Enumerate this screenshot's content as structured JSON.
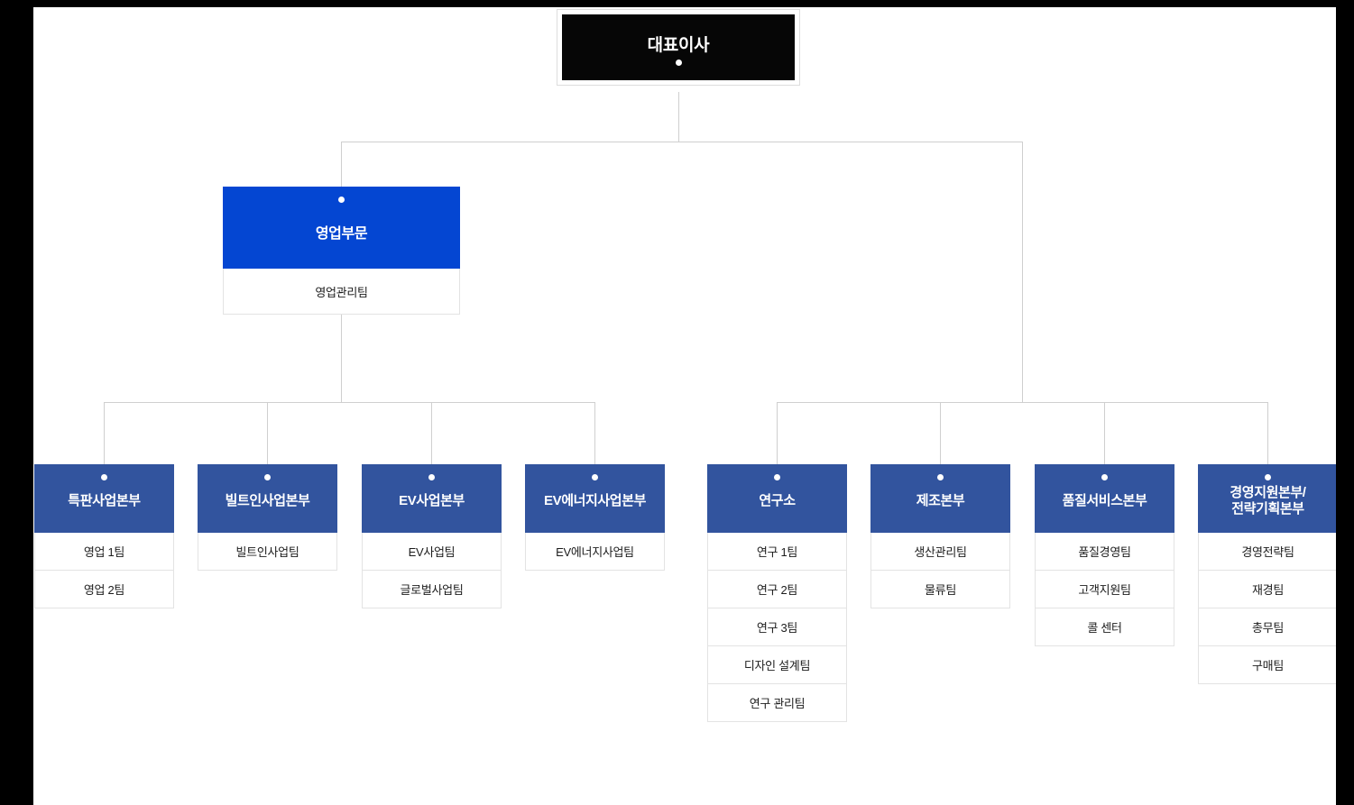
{
  "meta": {
    "title": "조직도",
    "colors": {
      "root_bg": "#060606",
      "division_header": "#0446d2",
      "department_header": "#32549e",
      "connector_line": "#cfcfcf",
      "card_border": "#e3e3e3",
      "text_light": "#ffffff",
      "text_dark": "#1c1c1c",
      "frame": "#000000",
      "canvas": "#ffffff"
    }
  },
  "root": {
    "label": "대표이사",
    "marker": "node-dot"
  },
  "division": {
    "label": "영업부문",
    "marker": "node-dot",
    "teams": [
      "영업관리팀"
    ]
  },
  "departments": [
    {
      "id": "special-sales",
      "label": "특판사업본부",
      "label_lines": [
        "특판사업본부"
      ],
      "group": "left",
      "marker": "node-dot",
      "teams": [
        "영업 1팀",
        "영업 2팀"
      ]
    },
    {
      "id": "builtin",
      "label": "빌트인사업본부",
      "label_lines": [
        "빌트인사업본부"
      ],
      "group": "left",
      "marker": "node-dot",
      "teams": [
        "빌트인사업팀"
      ]
    },
    {
      "id": "ev",
      "label": "EV사업본부",
      "label_lines": [
        "EV사업본부"
      ],
      "group": "left",
      "marker": "node-dot",
      "teams": [
        "EV사업팀",
        "글로벌사업팀"
      ]
    },
    {
      "id": "ev-energy",
      "label": "EV에너지사업본부",
      "label_lines": [
        "EV에너지사업본부"
      ],
      "group": "left",
      "marker": "node-dot",
      "teams": [
        "EV에너지사업팀"
      ]
    },
    {
      "id": "research",
      "label": "연구소",
      "label_lines": [
        "연구소"
      ],
      "group": "right",
      "marker": "node-dot",
      "teams": [
        "연구 1팀",
        "연구 2팀",
        "연구 3팀",
        "디자인 설계팀",
        "연구 관리팀"
      ]
    },
    {
      "id": "manufacturing",
      "label": "제조본부",
      "label_lines": [
        "제조본부"
      ],
      "group": "right",
      "marker": "node-dot",
      "teams": [
        "생산관리팀",
        "물류팀"
      ]
    },
    {
      "id": "quality-service",
      "label": "품질서비스본부",
      "label_lines": [
        "품질서비스본부"
      ],
      "group": "right",
      "marker": "node-dot",
      "teams": [
        "품질경영팀",
        "고객지원팀",
        "콜 센터"
      ]
    },
    {
      "id": "management-support",
      "label": "경영지원본부/전략기획본부",
      "label_lines": [
        "경영지원본부/",
        "전략기획본부"
      ],
      "group": "right",
      "marker": "node-dot",
      "teams": [
        "경영전략팀",
        "재경팀",
        "총무팀",
        "구매팀"
      ]
    }
  ]
}
